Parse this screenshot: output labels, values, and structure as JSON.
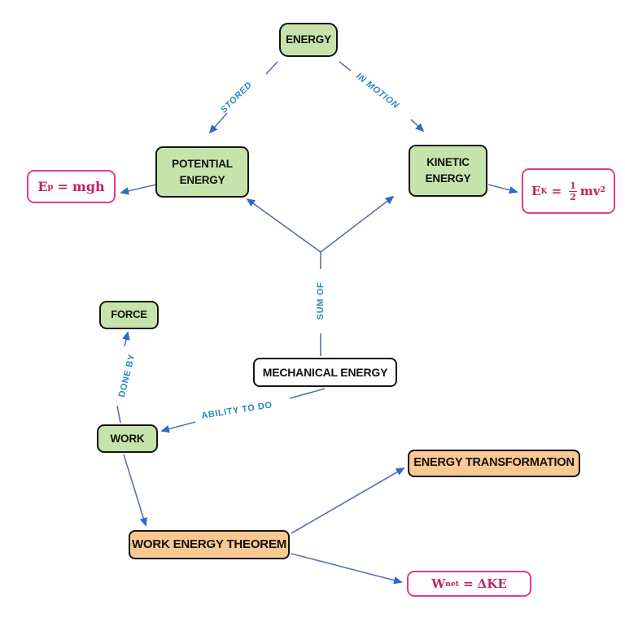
{
  "diagram": {
    "topic": "Energy concept map",
    "nodes": {
      "energy": {
        "label": "ENERGY"
      },
      "potential_energy": {
        "label": "POTENTIAL ENERGY"
      },
      "kinetic_energy": {
        "label": "KINETIC ENERGY"
      },
      "force": {
        "label": "FORCE"
      },
      "mechanical_energy": {
        "label": "MECHANICAL ENERGY"
      },
      "work": {
        "label": "WORK"
      },
      "work_energy_theorem": {
        "label": "WORK ENERGY THEOREM"
      },
      "energy_transformation": {
        "label": "ENERGY TRANSFORMATION"
      }
    },
    "edge_labels": {
      "stored": "STORED",
      "in_motion": "IN MOTION",
      "sum_of": "SUM OF",
      "done_by": "DONE BY",
      "ability_to_do": "ABILITY TO DO"
    },
    "formulas": {
      "potential": {
        "base": "E",
        "sub": "p",
        "eq": "=",
        "rhs": "mgh"
      },
      "kinetic": {
        "base": "E",
        "sub": "K",
        "eq": "=",
        "num": "1",
        "den": "2",
        "rhs": "mv",
        "sup": "2"
      },
      "work_net": {
        "base": "W",
        "sub": "net",
        "eq": "=",
        "rhs": "ΔKE"
      }
    },
    "colors": {
      "node_green_fill": "#c5e3ab",
      "node_orange_fill": "#f9c991",
      "node_border": "#141414",
      "formula_pink_border": "#e63a93",
      "formula_pink_text": "#c02165",
      "connector_line": "#5d6fb0",
      "arrowhead_blue": "#2a6bcc",
      "edge_label_blue": "#2e86c1",
      "background": "#ffffff"
    }
  }
}
